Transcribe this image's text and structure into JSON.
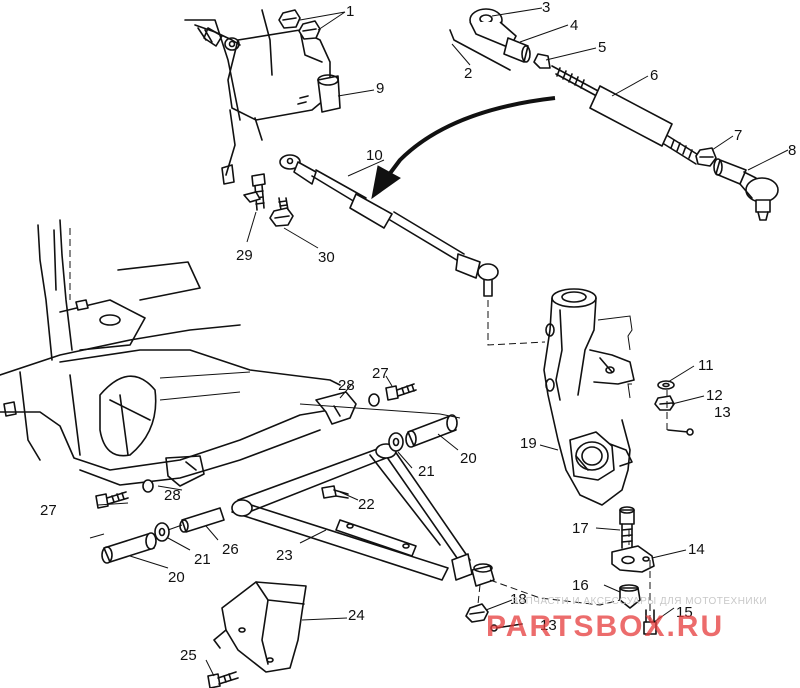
{
  "callouts": [
    {
      "id": "1",
      "text": "1"
    },
    {
      "id": "2",
      "text": "2"
    },
    {
      "id": "3",
      "text": "3"
    },
    {
      "id": "4",
      "text": "4"
    },
    {
      "id": "5",
      "text": "5"
    },
    {
      "id": "6",
      "text": "6"
    },
    {
      "id": "7",
      "text": "7"
    },
    {
      "id": "8",
      "text": "8"
    },
    {
      "id": "9",
      "text": "9"
    },
    {
      "id": "10",
      "text": "10"
    },
    {
      "id": "11",
      "text": "11"
    },
    {
      "id": "12",
      "text": "12"
    },
    {
      "id": "13a",
      "text": "13"
    },
    {
      "id": "13b",
      "text": "13"
    },
    {
      "id": "14",
      "text": "14"
    },
    {
      "id": "15",
      "text": "15"
    },
    {
      "id": "16",
      "text": "16"
    },
    {
      "id": "17",
      "text": "17"
    },
    {
      "id": "18",
      "text": "18"
    },
    {
      "id": "19",
      "text": "19"
    },
    {
      "id": "20a",
      "text": "20"
    },
    {
      "id": "20b",
      "text": "20"
    },
    {
      "id": "21a",
      "text": "21"
    },
    {
      "id": "21b",
      "text": "21"
    },
    {
      "id": "22",
      "text": "22"
    },
    {
      "id": "23",
      "text": "23"
    },
    {
      "id": "24",
      "text": "24"
    },
    {
      "id": "25",
      "text": "25"
    },
    {
      "id": "26",
      "text": "26"
    },
    {
      "id": "27a",
      "text": "27"
    },
    {
      "id": "27b",
      "text": "27"
    },
    {
      "id": "28a",
      "text": "28"
    },
    {
      "id": "28b",
      "text": "28"
    },
    {
      "id": "29",
      "text": "29"
    },
    {
      "id": "30",
      "text": "30"
    }
  ],
  "watermark": {
    "tagline": "ЗАПЧАСТИ И АКСЕССУАРЫ ДЛЯ МОТОТЕХНИКИ",
    "site": "PARTSBOX.RU"
  }
}
